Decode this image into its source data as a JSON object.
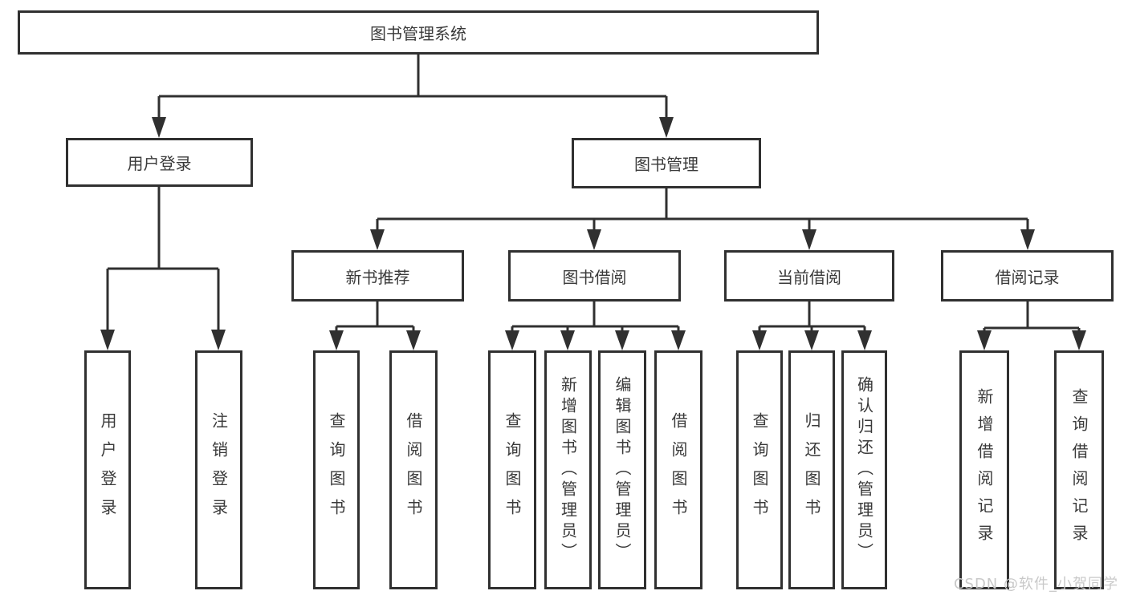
{
  "tree": {
    "root": "图书管理系统",
    "login": {
      "label": "用户登录",
      "children": [
        "用户登录",
        "注销登录"
      ]
    },
    "manage": {
      "label": "图书管理",
      "groups": [
        {
          "label": "新书推荐",
          "children": [
            "查询图书",
            "借阅图书"
          ]
        },
        {
          "label": "图书借阅",
          "children": [
            "查询图书",
            "新增图书（管理员）",
            "编辑图书（管理员）",
            "借阅图书"
          ]
        },
        {
          "label": "当前借阅",
          "children": [
            "查询图书",
            "归还图书",
            "确认归还（管理员）"
          ]
        },
        {
          "label": "借阅记录",
          "children": [
            "新增借阅记录",
            "查询借阅记录"
          ]
        }
      ]
    }
  },
  "watermark": {
    "text": "CSDN @软件_小贺同学"
  },
  "colors": {
    "line": "#303030",
    "text": "#3a3a3a",
    "watermark": "#c9c9c9",
    "background": "#ffffff"
  }
}
